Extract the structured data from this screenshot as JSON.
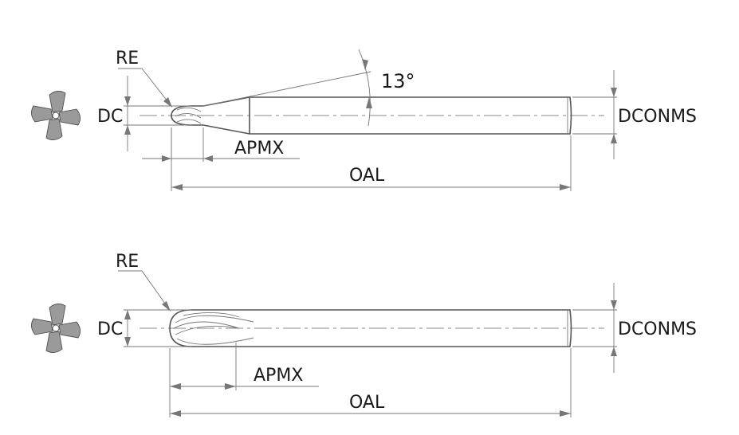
{
  "upper": {
    "re": "RE",
    "dc": "DC",
    "apmx": "APMX",
    "oal": "OAL",
    "dconms": "DCONMS",
    "angle": "13°"
  },
  "lower": {
    "re": "RE",
    "dc": "DC",
    "apmx": "APMX",
    "oal": "OAL",
    "dconms": "DCONMS"
  }
}
